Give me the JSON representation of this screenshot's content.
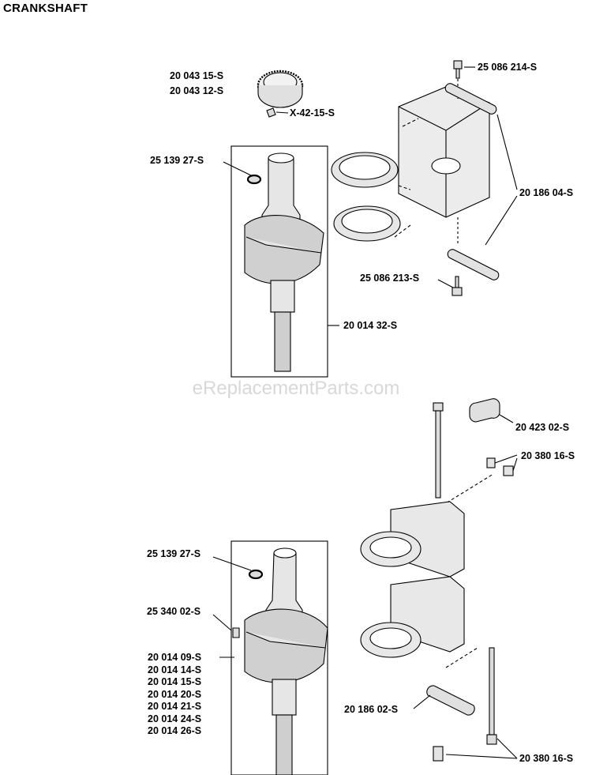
{
  "title": "CRANKSHAFT",
  "watermark": "eReplacementParts.com",
  "parts": {
    "gear_a": "20 043 15-S",
    "gear_b": "20 043 12-S",
    "key_top": "X-42-15-S",
    "screw_top": "25 086 214-S",
    "seal_top": "25 139 27-S",
    "link_top": "20 186 04-S",
    "screw_mid": "25 086 213-S",
    "crank_top": "20 014 32-S",
    "weight": "20 423 02-S",
    "dowel_mid": "20 380 16-S",
    "seal_bottom": "25 139 27-S",
    "key_bottom": "25 340 02-S",
    "crank_bottom": [
      "20 014 09-S",
      "20 014 14-S",
      "20 014 15-S",
      "20 014 20-S",
      "20 014 21-S",
      "20 014 24-S",
      "20 014 26-S"
    ],
    "link_bottom": "20 186 02-S",
    "dowel_bottom": "20 380 16-S"
  }
}
